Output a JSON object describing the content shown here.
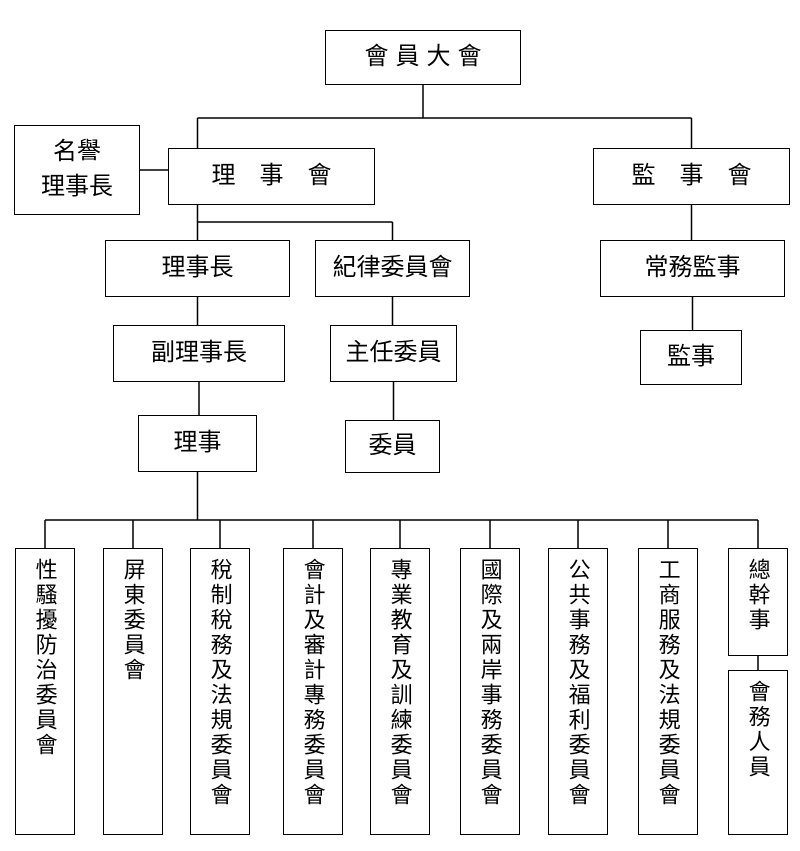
{
  "org": {
    "general_assembly": "會員大會",
    "honorary_chairman": "名譽\n理事長",
    "board_of_directors": "理　事　會",
    "board_of_supervisors": "監　事　會",
    "chairman": "理事長",
    "discipline_committee": "紀律委員會",
    "standing_supervisor": "常務監事",
    "vice_chairman": "副理事長",
    "chief_commissioner": "主任委員",
    "supervisor": "監事",
    "director": "理事",
    "commissioner": "委員",
    "committees": [
      "性騷擾防治委員會",
      "屏東委員會",
      "稅制稅務及法規委員會",
      "會計及審計專務委員會",
      "專業教育及訓練委員會",
      "國際及兩岸事務委員會",
      "公共事務及福利委員會",
      "工商服務及法規委員會",
      "總幹事"
    ],
    "staff": "會務人員",
    "line_color": "#000000"
  }
}
